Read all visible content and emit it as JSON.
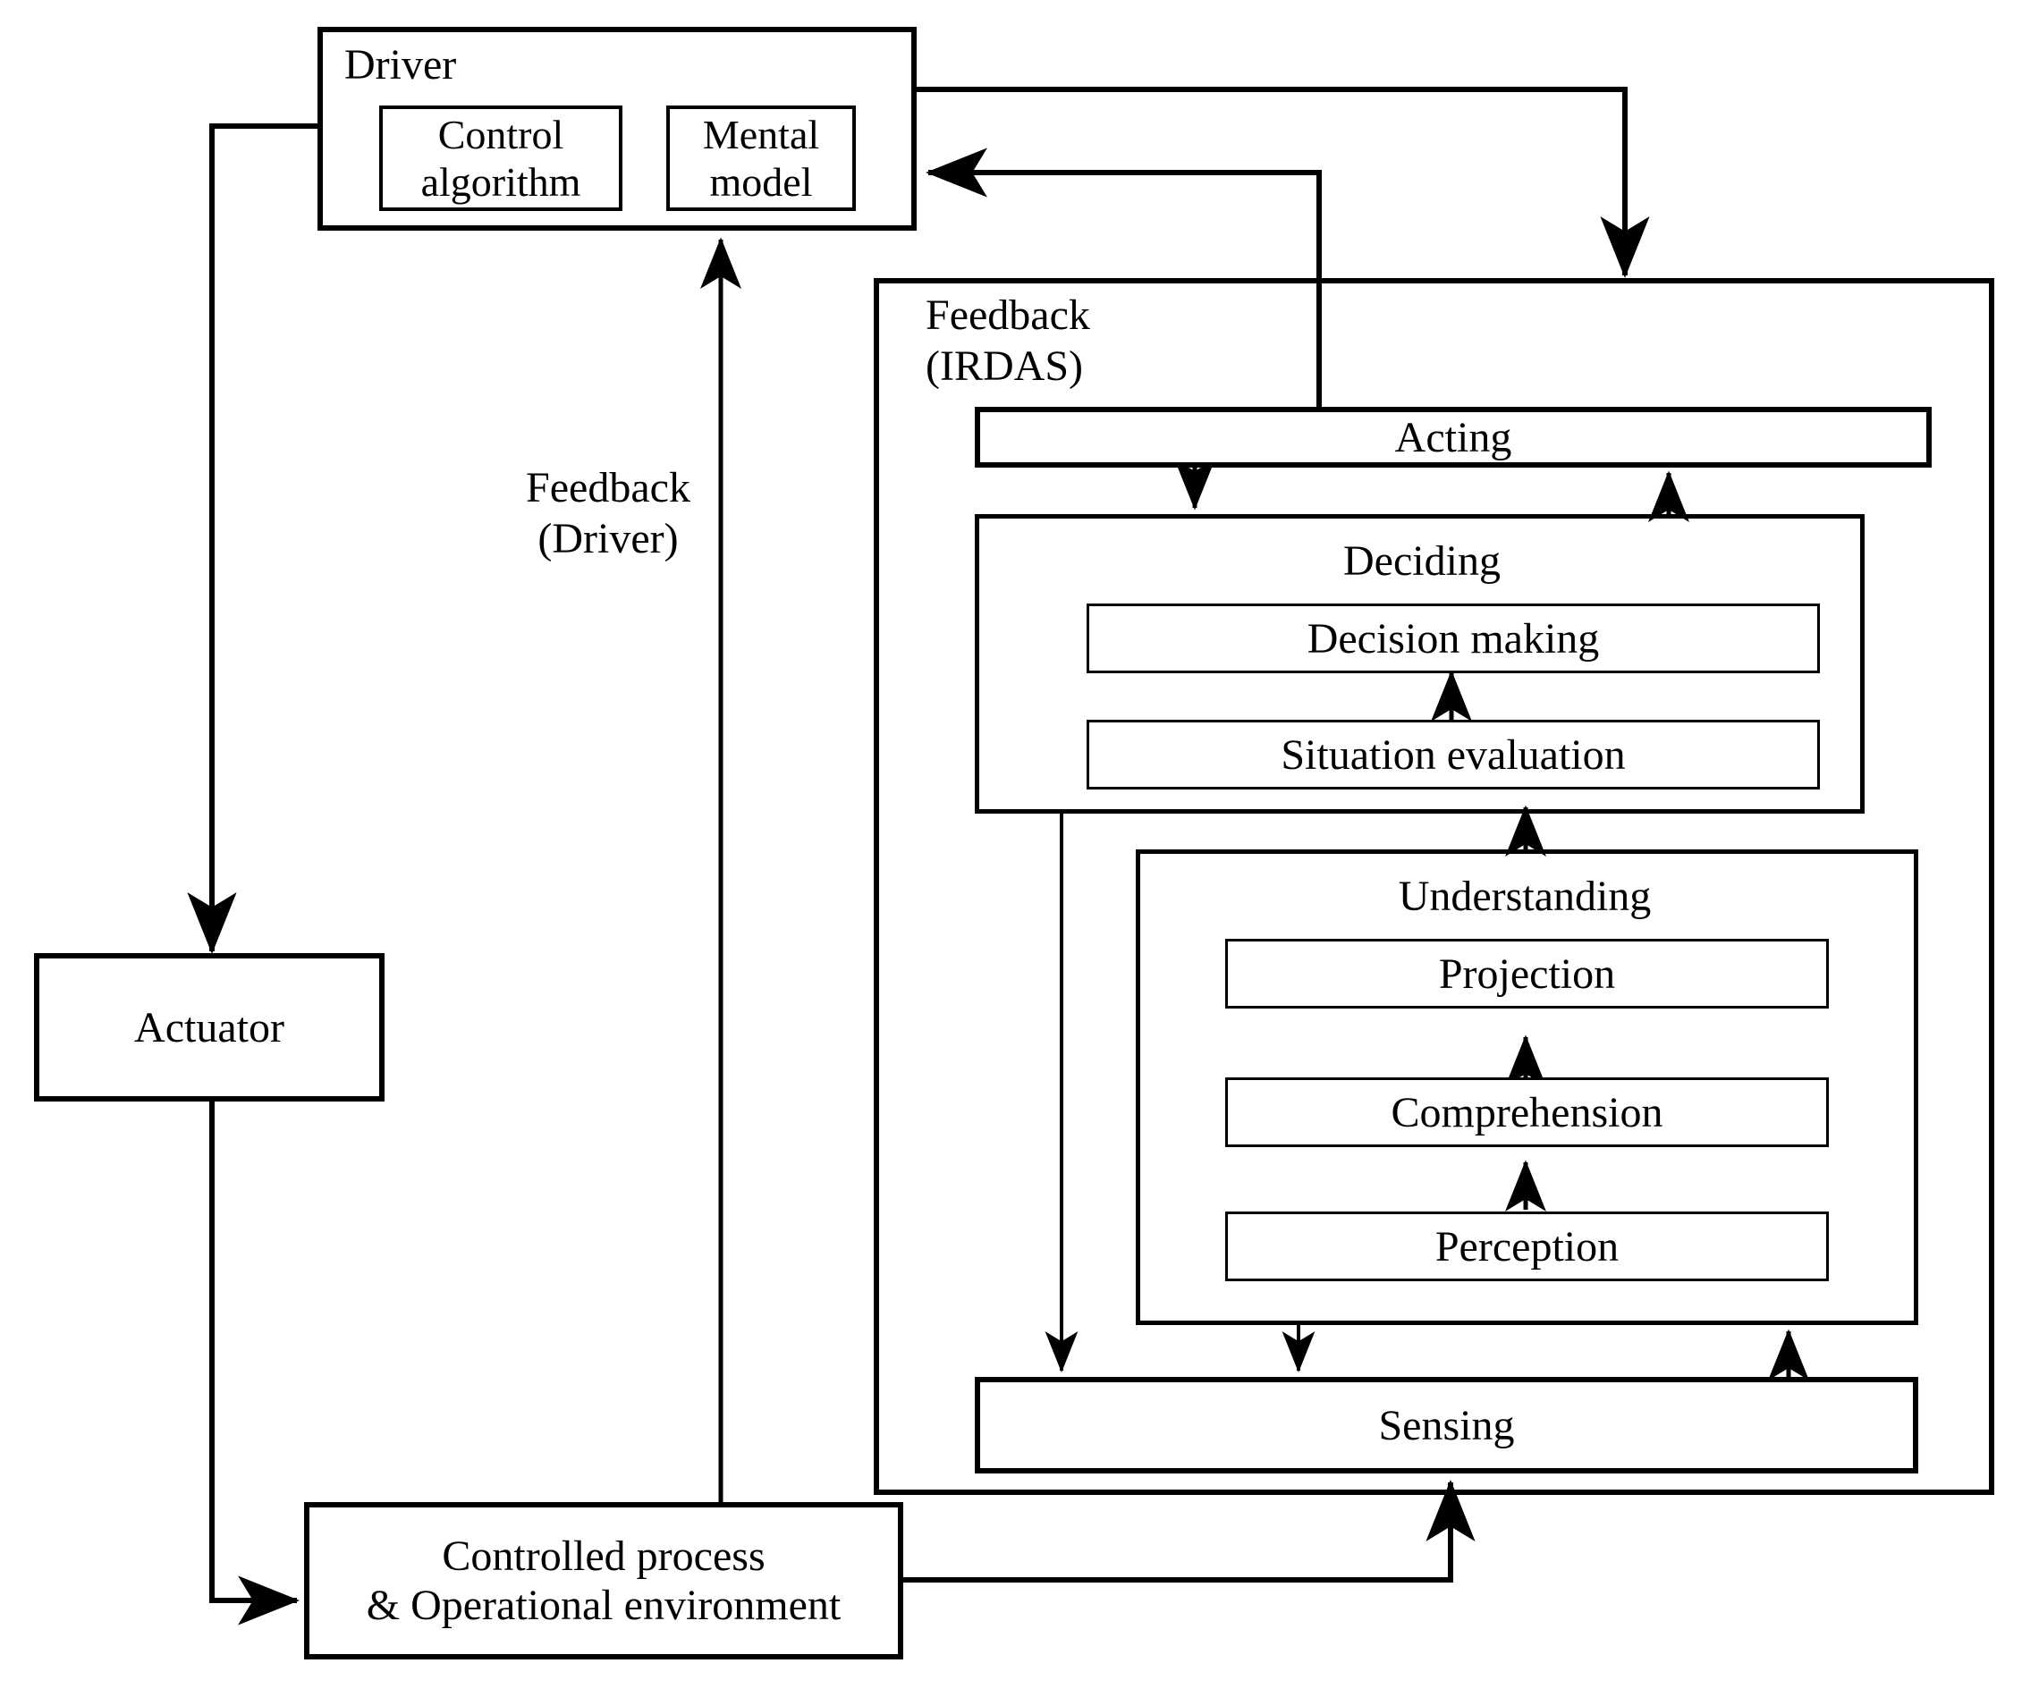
{
  "diagram": {
    "title": "Driver and IRDAS feedback control loop",
    "stroke_color": "#000000",
    "background_color": "#ffffff",
    "nodes": {
      "driver": "Driver",
      "control_algorithm": "Control\nalgorithm",
      "mental_model": "Mental\nmodel",
      "feedback_irdas": "Feedback\n(IRDAS)",
      "acting": "Acting",
      "deciding": "Deciding",
      "decision_making": "Decision making",
      "situation_evaluation": "Situation evaluation",
      "understanding": "Understanding",
      "projection": "Projection",
      "comprehension": "Comprehension",
      "perception": "Perception",
      "sensing": "Sensing",
      "actuator": "Actuator",
      "controlled_process": "Controlled process\n& Operational environment",
      "feedback_driver": "Feedback\n(Driver)"
    },
    "edges": [
      {
        "from": "driver",
        "to": "actuator",
        "label": ""
      },
      {
        "from": "actuator",
        "to": "controlled_process",
        "label": ""
      },
      {
        "from": "controlled_process",
        "to": "driver",
        "label": "Feedback\n(Driver)"
      },
      {
        "from": "controlled_process",
        "to": "sensing",
        "label": ""
      },
      {
        "from": "driver",
        "to": "feedback_irdas",
        "label": ""
      },
      {
        "from": "acting",
        "to": "driver",
        "label": ""
      },
      {
        "from": "acting",
        "to": "deciding",
        "label": ""
      },
      {
        "from": "deciding",
        "to": "acting",
        "label": ""
      },
      {
        "from": "deciding",
        "to": "sensing",
        "label": ""
      },
      {
        "from": "situation_evaluation",
        "to": "decision_making",
        "label": ""
      },
      {
        "from": "understanding",
        "to": "deciding",
        "label": ""
      },
      {
        "from": "understanding",
        "to": "sensing",
        "label": ""
      },
      {
        "from": "sensing",
        "to": "understanding",
        "label": ""
      },
      {
        "from": "perception",
        "to": "comprehension",
        "label": ""
      },
      {
        "from": "comprehension",
        "to": "projection",
        "label": ""
      }
    ]
  }
}
